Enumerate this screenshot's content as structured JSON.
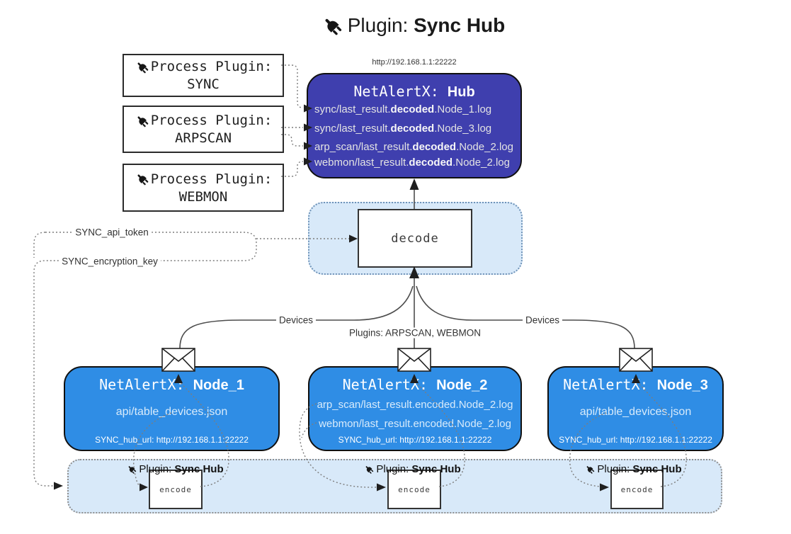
{
  "title": {
    "prefix": "Plugin: ",
    "bold": "Sync Hub"
  },
  "process_plugins": [
    {
      "line1": "Process Plugin:",
      "name": "SYNC"
    },
    {
      "line1": "Process Plugin:",
      "name": "ARPSCAN"
    },
    {
      "line1": "Process Plugin:",
      "name": "WEBMON"
    }
  ],
  "hub": {
    "url": "http://192.168.1.1:22222",
    "title_prefix": "NetAlertX: ",
    "title_bold": "Hub",
    "logs": [
      {
        "pre": "sync/last_result.",
        "bold": "decoded",
        "post": ".Node_1.log"
      },
      {
        "pre": "sync/last_result.",
        "bold": "decoded",
        "post": ".Node_3.log"
      },
      {
        "pre": "arp_scan/last_result.",
        "bold": "decoded",
        "post": ".Node_2.log"
      },
      {
        "pre": "webmon/last_result.",
        "bold": "decoded",
        "post": ".Node_2.log"
      }
    ]
  },
  "decode": {
    "label": "decode"
  },
  "edge_labels": {
    "api_token": "SYNC_api_token",
    "encryption_key": "SYNC_encryption_key",
    "devices_left": "Devices",
    "devices_right": "Devices",
    "plugins_mid": "Plugins: ARPSCAN, WEBMON"
  },
  "nodes": [
    {
      "title_prefix": "NetAlertX: ",
      "title_bold": "Node_1",
      "files": [
        "api/table_devices.json"
      ],
      "hub_url": "SYNC_hub_url: http://192.168.1.1:22222"
    },
    {
      "title_prefix": "NetAlertX: ",
      "title_bold": "Node_2",
      "files": [
        "arp_scan/last_result.encoded.Node_2.log",
        "webmon/last_result.encoded.Node_2.log"
      ],
      "hub_url": "SYNC_hub_url: http://192.168.1.1:22222"
    },
    {
      "title_prefix": "NetAlertX: ",
      "title_bold": "Node_3",
      "files": [
        "api/table_devices.json"
      ],
      "hub_url": "SYNC_hub_url: http://192.168.1.1:22222"
    }
  ],
  "encoders": [
    {
      "prefix": "Plugin: ",
      "bold": "Sync Hub",
      "box_label": "encode"
    },
    {
      "prefix": "Plugin: ",
      "bold": "Sync Hub",
      "box_label": "encode"
    },
    {
      "prefix": "Plugin: ",
      "bold": "Sync Hub",
      "box_label": "encode"
    }
  ],
  "colors": {
    "hub_fill": "#3f3fae",
    "node_fill": "#2f8de5",
    "container_fill": "#d8e9f9",
    "border_dark": "#101010",
    "hub_text": "#e3e3e3",
    "node_text": "#d8ebfb"
  }
}
